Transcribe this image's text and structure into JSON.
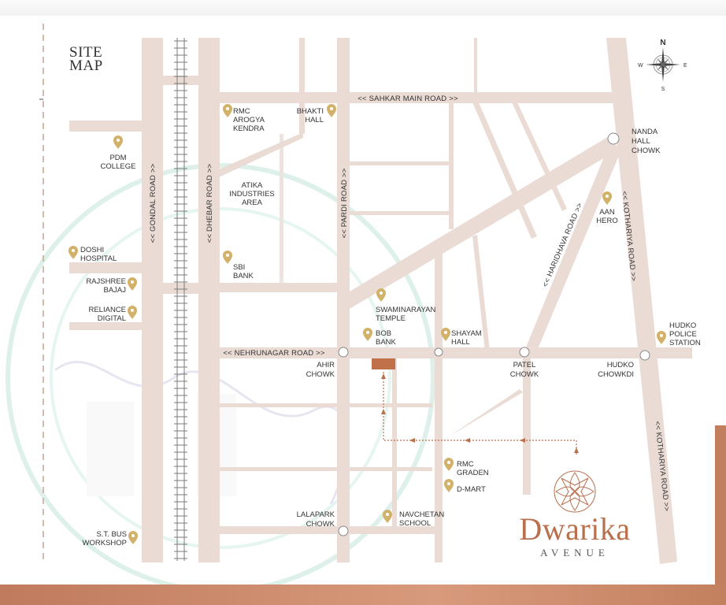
{
  "title": {
    "line1": "SITE",
    "line2": "MAP"
  },
  "compass": {
    "n": "N",
    "s": "S",
    "e": "E",
    "w": "W"
  },
  "roads": {
    "sahkar": "<< SAHKAR MAIN ROAD >>",
    "gondal": "<< GONDAL ROAD >>",
    "dhebar": "<< DHEBAR ROAD >>",
    "pardi": "<< PARDI ROAD >>",
    "nehrunagar": "<< NEHRUNAGAR ROAD >>",
    "haridhava": "<< HARIDHAVA ROAD >>",
    "kothariya_upper": "<< KOTHARIYA ROAD >>",
    "kothariya_lower": "<< KOTHARIYA ROAD >>"
  },
  "chowks": [
    {
      "id": "nanda",
      "lines": [
        "NANDA",
        "HALL",
        "CHOWK"
      ]
    },
    {
      "id": "ahir",
      "lines": [
        "AHIR",
        "CHOWK"
      ]
    },
    {
      "id": "patel",
      "lines": [
        "PATEL",
        "CHOWK"
      ]
    },
    {
      "id": "hudko",
      "lines": [
        "HUDKO",
        "CHOWKDI"
      ]
    },
    {
      "id": "lalapark",
      "lines": [
        "LALAPARK",
        "CHOWK"
      ]
    }
  ],
  "landmarks": [
    {
      "id": "rmc-arogya",
      "lines": [
        "RMC",
        "AROGYA",
        "KENDRA"
      ]
    },
    {
      "id": "bhakti-hall",
      "lines": [
        "BHAKTI",
        "HALL"
      ]
    },
    {
      "id": "pdm-college",
      "lines": [
        "PDM",
        "COLLEGE"
      ]
    },
    {
      "id": "atika",
      "lines": [
        "ATIKA",
        "INDUSTRIES",
        "AREA"
      ]
    },
    {
      "id": "doshi",
      "lines": [
        "DOSHI",
        "HOSPITAL"
      ]
    },
    {
      "id": "sbi",
      "lines": [
        "SBI",
        "BANK"
      ]
    },
    {
      "id": "rajshree",
      "lines": [
        "RAJSHREE",
        "BAJAJ"
      ]
    },
    {
      "id": "reliance",
      "lines": [
        "RELIANCE",
        "DIGITAL"
      ]
    },
    {
      "id": "swaminarayan",
      "lines": [
        "SWAMINARAYAN",
        "TEMPLE"
      ]
    },
    {
      "id": "bob",
      "lines": [
        "BOB",
        "BANK"
      ]
    },
    {
      "id": "shayam",
      "lines": [
        "SHAYAM",
        "HALL"
      ]
    },
    {
      "id": "aan-hero",
      "lines": [
        "AAN",
        "HERO"
      ]
    },
    {
      "id": "hudko-police",
      "lines": [
        "HUDKO",
        "POLICE",
        "STATION"
      ]
    },
    {
      "id": "rmc-graden",
      "lines": [
        "RMC",
        "GRADEN"
      ]
    },
    {
      "id": "dmart",
      "lines": [
        "D-MART"
      ]
    },
    {
      "id": "navchetan",
      "lines": [
        "NAVCHETAN",
        "SCHOOL"
      ]
    },
    {
      "id": "st-bus",
      "lines": [
        "S.T. BUS",
        "WORKSHOP"
      ]
    }
  ],
  "brand": {
    "name": "Dwarika",
    "sub": "AVENUE"
  },
  "colors": {
    "road": "#eadbd5",
    "pin": "#d2b26a",
    "accent": "#b8714e",
    "site": "#c0714a"
  }
}
